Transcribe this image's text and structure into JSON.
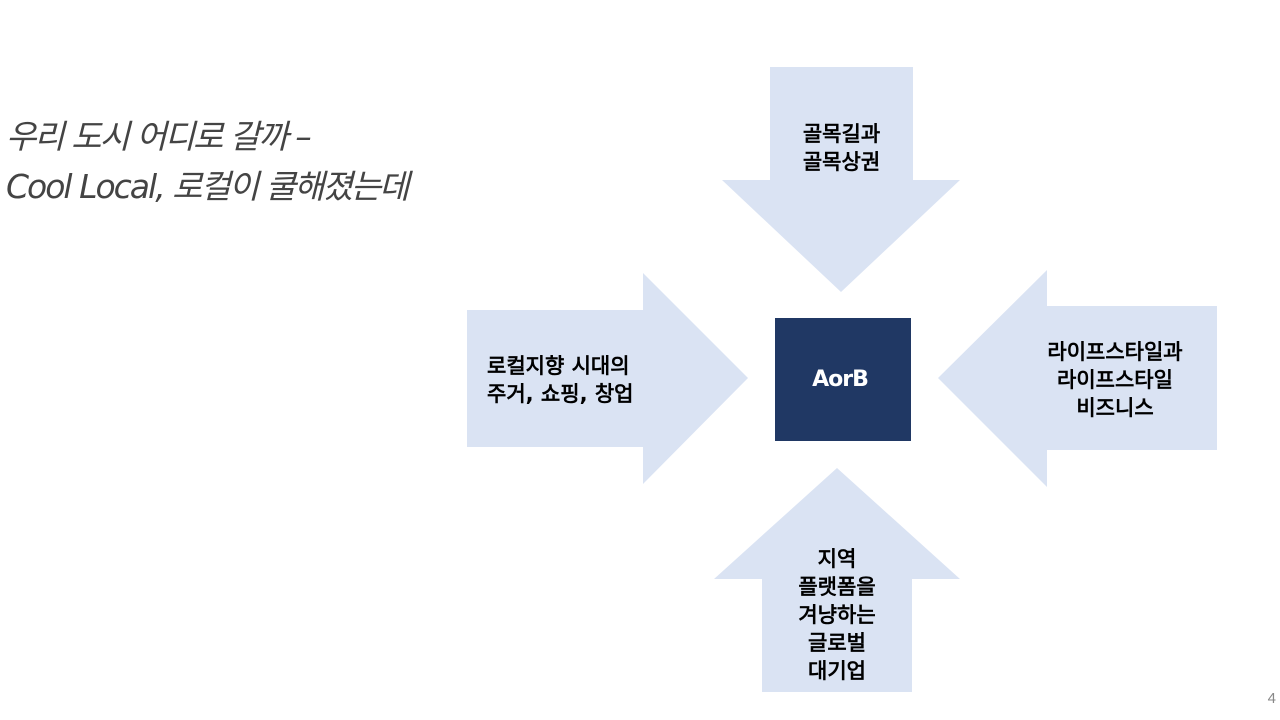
{
  "title": {
    "line1": "우리 도시 어디로 갈까 –",
    "line2": "Cool Local, 로컬이 쿨해졌는데"
  },
  "center": {
    "label": "AorB",
    "color": "#203864"
  },
  "arrow_color": "#dae3f3",
  "arrows": {
    "top": {
      "direction": "down",
      "lines": [
        "골목길과",
        "골목상권"
      ]
    },
    "left": {
      "direction": "right",
      "lines": [
        "로컬지향 시대의",
        "주거, 쇼핑, 창업"
      ]
    },
    "right": {
      "direction": "left",
      "lines": [
        "라이프스타일과",
        "라이프스타일",
        "비즈니스"
      ]
    },
    "bottom": {
      "direction": "up",
      "lines": [
        "지역",
        "플랫폼을",
        "겨냥하는",
        "글로벌",
        "대기업"
      ]
    }
  },
  "page_number": "4"
}
